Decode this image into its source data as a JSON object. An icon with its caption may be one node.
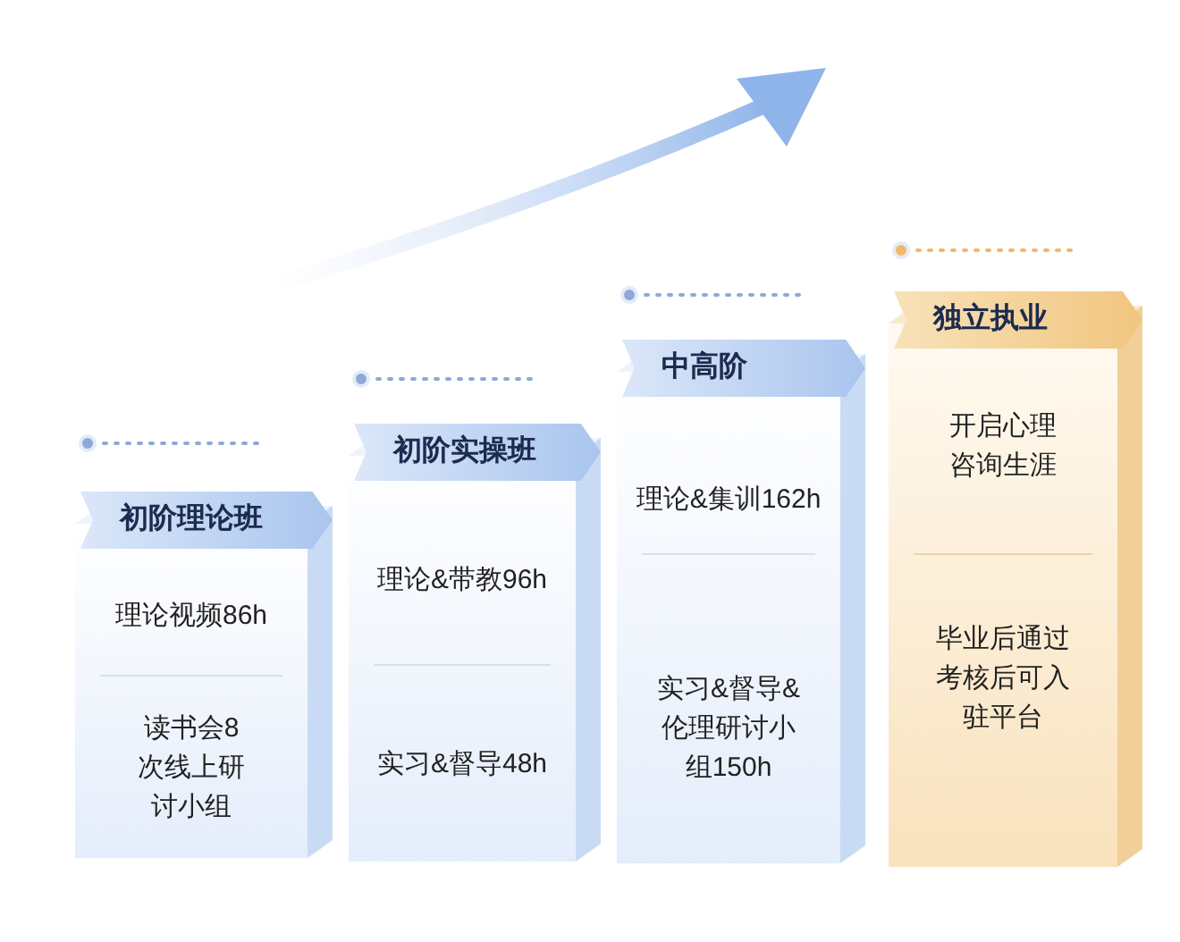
{
  "diagram": {
    "nodes": [
      {
        "text": [
          "初阶理论班"
        ]
      },
      {
        "text": [
          "理论视频86h",
          "读书会8次线上研讨小组"
        ]
      },
      {
        "text": [
          "初阶实操班"
        ]
      },
      {
        "text": [
          "理论&带教96h",
          "实习&督导48h"
        ]
      },
      {
        "text": [
          "中高阶"
        ]
      },
      {
        "text": [
          "理论&集训162h",
          "实习&督导&伦理研讨小组150h"
        ]
      },
      {
        "text": [
          "独立执业"
        ]
      },
      {
        "text": [
          "开启心理咨询生涯",
          "毕业后通过考核后可入驻平台"
        ]
      }
    ]
  }
}
